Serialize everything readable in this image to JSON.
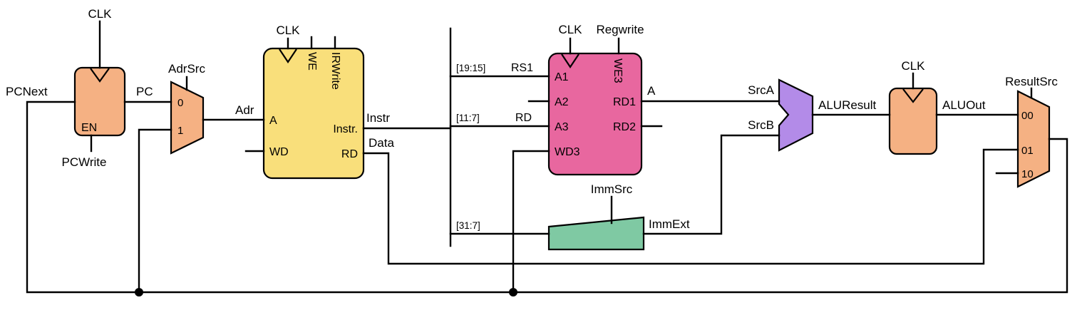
{
  "colors": {
    "register_fill": "#F5B183",
    "memory_fill": "#F9DF7B",
    "regfile_fill": "#E8679F",
    "extend_fill": "#7FC9A3",
    "alu_fill": "#B38BE8",
    "wire": "#000000"
  },
  "pc_register": {
    "clk": "CLK",
    "en": "EN",
    "write_control": "PCWrite"
  },
  "adr_mux": {
    "control": "AdrSrc",
    "in0": "0",
    "in1": "1"
  },
  "memory": {
    "clk": "CLK",
    "we": "WE",
    "irwrite": "IRWrite",
    "port_a": "A",
    "port_wd": "WD",
    "port_instr": "Instr.",
    "port_rd": "RD"
  },
  "register_file": {
    "clk": "CLK",
    "regwrite": "Regwrite",
    "we3": "WE3",
    "port_a1": "A1",
    "port_a2": "A2",
    "port_a3": "A3",
    "port_wd3": "WD3",
    "port_rd1": "RD1",
    "port_rd2": "RD2"
  },
  "extend": {
    "control": "ImmSrc"
  },
  "aluout_register": {
    "clk": "CLK"
  },
  "result_mux": {
    "control": "ResultSrc",
    "in00": "00",
    "in01": "01",
    "in10": "10"
  },
  "signals": {
    "pcnext": "PCNext",
    "pc": "PC",
    "adr": "Adr",
    "instr": "Instr",
    "data": "Data",
    "rs1_bits": "[19:15]",
    "rs1": "RS1",
    "rd_bits": "[11:7]",
    "rd": "RD",
    "imm_bits": "[31:7]",
    "immext": "ImmExt",
    "a": "A",
    "srca": "SrcA",
    "srcb": "SrcB",
    "aluresult": "ALUResult",
    "aluout": "ALUOut"
  }
}
